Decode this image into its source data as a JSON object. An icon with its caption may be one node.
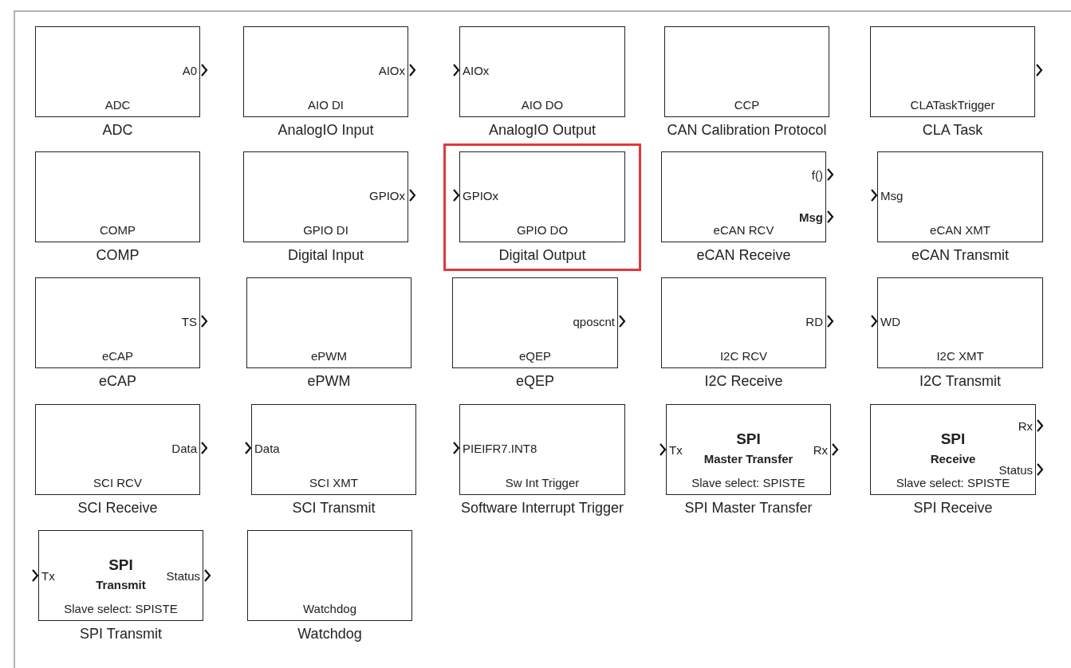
{
  "diagram": {
    "nodes": [
      {
        "text": [
          "A0",
          "ADC"
        ],
        "beside": [
          "ADC"
        ]
      },
      {
        "text": [
          "AIOx",
          "AIO DI"
        ],
        "beside": [
          "AnalogIO Input"
        ]
      },
      {
        "text": [
          "AIOx",
          "AIO DO"
        ],
        "beside": [
          "AnalogIO Output"
        ]
      },
      {
        "text": [
          "CCP"
        ],
        "beside": [
          "CAN Calibration Protocol"
        ]
      },
      {
        "text": [
          "CLATaskTrigger"
        ],
        "beside": [
          "CLA Task"
        ]
      },
      {
        "text": [
          "COMP"
        ],
        "beside": [
          "COMP"
        ]
      },
      {
        "text": [
          "GPIOx",
          "GPIO DI"
        ],
        "beside": [
          "Digital Input"
        ]
      },
      {
        "text": [
          "GPIOx",
          "GPIO DO"
        ],
        "beside": [
          "Digital Output"
        ]
      },
      {
        "text": [
          "f()",
          "Msg",
          "eCAN RCV"
        ],
        "beside": [
          "eCAN Receive"
        ]
      },
      {
        "text": [
          "Msg",
          "eCAN XMT"
        ],
        "beside": [
          "eCAN Transmit"
        ]
      },
      {
        "text": [
          "TS",
          "eCAP"
        ],
        "beside": [
          "eCAP"
        ]
      },
      {
        "text": [
          "ePWM"
        ],
        "beside": [
          "ePWM"
        ]
      },
      {
        "text": [
          "qposcnt",
          "eQEP"
        ],
        "beside": [
          "eQEP"
        ]
      },
      {
        "text": [
          "RD",
          "I2C RCV"
        ],
        "beside": [
          "I2C Receive"
        ]
      },
      {
        "text": [
          "WD",
          "I2C XMT"
        ],
        "beside": [
          "I2C Transmit"
        ]
      },
      {
        "text": [
          "Data",
          "SCI RCV"
        ],
        "beside": [
          "SCI Receive"
        ]
      },
      {
        "text": [
          "Data",
          "SCI XMT"
        ],
        "beside": [
          "SCI Transmit"
        ]
      },
      {
        "text": [
          "PIEIFR7.INT8",
          "Sw Int Trigger"
        ],
        "beside": [
          "Software Interrupt Trigger"
        ]
      },
      {
        "text": [
          "Tx",
          "SPI",
          "Master Transfer",
          "Rx",
          "Slave select: SPISTE"
        ],
        "beside": [
          "SPI Master Transfer"
        ]
      },
      {
        "text": [
          "Rx",
          "SPI",
          "Receive",
          "Status",
          "Slave select: SPISTE"
        ],
        "beside": [
          "SPI Receive"
        ]
      },
      {
        "text": [
          "Tx",
          "SPI",
          "Transmit",
          "Status",
          "Slave select: SPISTE"
        ],
        "beside": [
          "SPI Transmit"
        ]
      },
      {
        "text": [
          "Watchdog"
        ],
        "beside": [
          "Watchdog"
        ]
      }
    ]
  }
}
